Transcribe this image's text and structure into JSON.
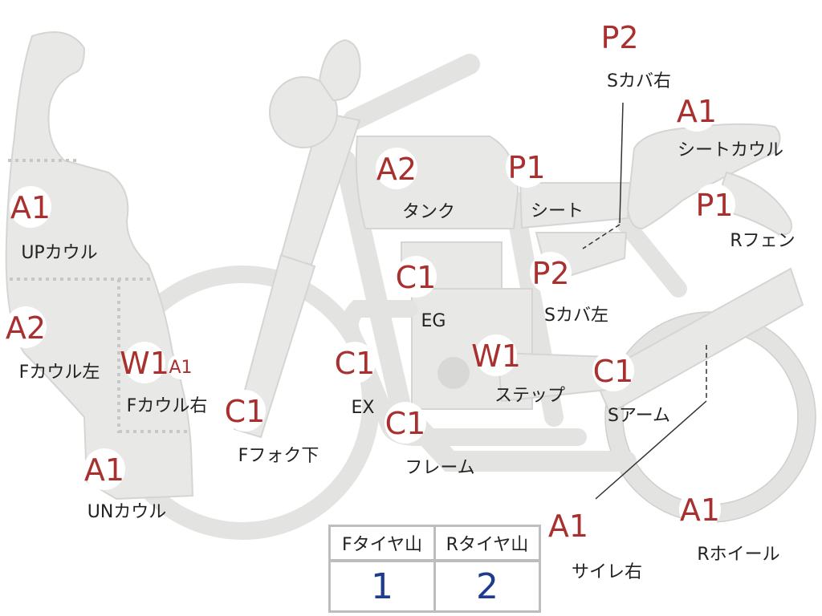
{
  "parts": [
    {
      "id": "up-cowl",
      "grade": "A1",
      "label": "UPカウル"
    },
    {
      "id": "f-cowl-left",
      "grade": "A2",
      "label": "Fカウル左"
    },
    {
      "id": "f-cowl-right",
      "grade": "W1",
      "grade_extra": "A1",
      "label": "Fカウル右"
    },
    {
      "id": "un-cowl",
      "grade": "A1",
      "label": "UNカウル"
    },
    {
      "id": "f-fork-lower",
      "grade": "C1",
      "label": "Fフォク下"
    },
    {
      "id": "ex",
      "grade": "C1",
      "label": "EX"
    },
    {
      "id": "eg",
      "grade": "C1",
      "label": "EG"
    },
    {
      "id": "frame",
      "grade": "C1",
      "label": "フレーム"
    },
    {
      "id": "step",
      "grade": "W1",
      "label": "ステップ"
    },
    {
      "id": "tank",
      "grade": "A2",
      "label": "タンク"
    },
    {
      "id": "seat",
      "grade": "P1",
      "label": "シート"
    },
    {
      "id": "s-cover-left",
      "grade": "P2",
      "label": "Sカバ左"
    },
    {
      "id": "s-cover-right",
      "grade": "P2",
      "label": "Sカバ右"
    },
    {
      "id": "seat-cowl",
      "grade": "A1",
      "label": "シートカウル"
    },
    {
      "id": "r-fender",
      "grade": "P1",
      "label": "Rフェン"
    },
    {
      "id": "swingarm",
      "grade": "C1",
      "label": "Sアーム"
    },
    {
      "id": "muffler-right",
      "grade": "A1",
      "label": "サイレ右"
    },
    {
      "id": "r-wheel",
      "grade": "A1",
      "label": "Rホイール"
    }
  ],
  "tire_table": {
    "headers": [
      "Fタイヤ山",
      "Rタイヤ山"
    ],
    "values": [
      "1",
      "2"
    ]
  },
  "colors": {
    "grade_text": "#a8302f",
    "label_text": "#222222",
    "tire_value": "#1f3b8c",
    "part_fill": "#e8e8e6",
    "table_border": "#bdbdbd"
  }
}
